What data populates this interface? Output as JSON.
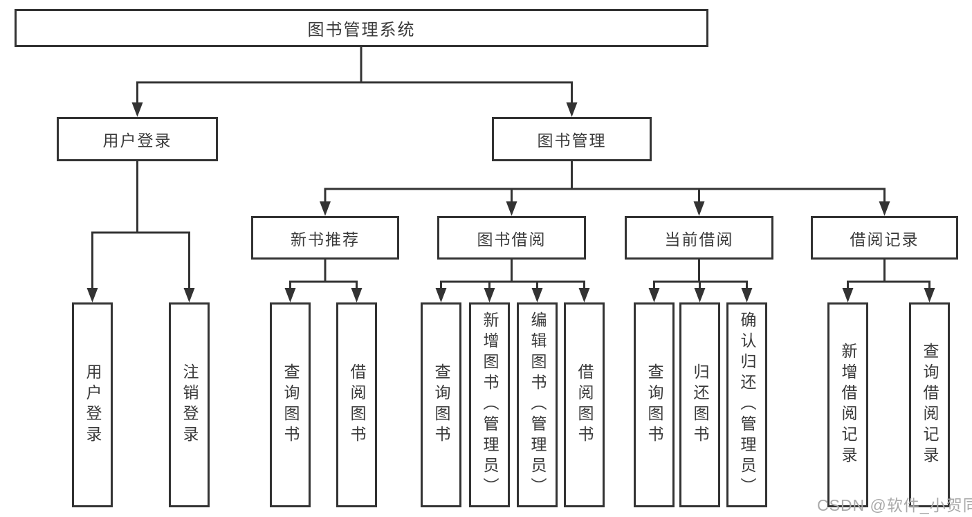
{
  "tree": {
    "root": "图书管理系统",
    "groups": [
      {
        "label": "用户登录",
        "leaves": [
          "用户登录",
          "注销登录"
        ]
      },
      {
        "label": "图书管理",
        "sections": [
          {
            "label": "新书推荐",
            "leaves": [
              "查询图书",
              "借阅图书"
            ]
          },
          {
            "label": "图书借阅",
            "leaves": [
              "查询图书",
              "新增图书（管理员）",
              "编辑图书（管理员）",
              "借阅图书"
            ]
          },
          {
            "label": "当前借阅",
            "leaves": [
              "查询图书",
              "归还图书",
              "确认归还（管理员）"
            ]
          },
          {
            "label": "借阅记录",
            "leaves": [
              "新增借阅记录",
              "查询借阅记录"
            ]
          }
        ]
      }
    ]
  },
  "watermark": {
    "text": "CSDN @软件_小贺同学"
  },
  "colors": {
    "line": "#333333",
    "box_border": "#333333",
    "text": "#3a3a3a",
    "watermark": "#a9a9a9",
    "background": "#ffffff"
  }
}
